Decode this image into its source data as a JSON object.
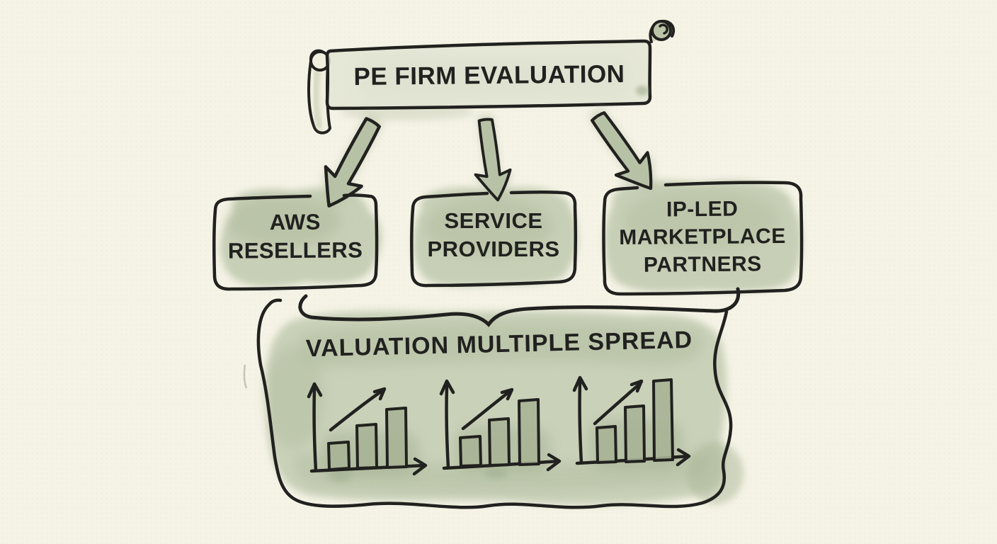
{
  "banner": {
    "title": "PE FIRM EVALUATION"
  },
  "nodes": [
    {
      "id": "aws-resellers",
      "label": "AWS\nRESELLERS"
    },
    {
      "id": "service-providers",
      "label": "SERVICE\nPROVIDERS"
    },
    {
      "id": "ip-led-marketplace-partners",
      "label": "IP-LED\nMARKETPLACE\nPARTNERS"
    }
  ],
  "outcome": {
    "title": "VALUATION MULTIPLE SPREAD",
    "charts": [
      {
        "type": "bar",
        "bars_relative_height": [
          37,
          62,
          85
        ],
        "trend": "up"
      },
      {
        "type": "bar",
        "bars_relative_height": [
          40,
          65,
          92
        ],
        "trend": "up"
      },
      {
        "type": "bar",
        "bars_relative_height": [
          49,
          78,
          115
        ],
        "trend": "up"
      }
    ]
  },
  "colors": {
    "background": "#f5f3e6",
    "ink": "#21211f",
    "wash": "#c6cfb6",
    "wash_dark": "#a3b18f",
    "banner_fill": "#e2e4d3",
    "arrow_fill": "#b7c1a6"
  }
}
